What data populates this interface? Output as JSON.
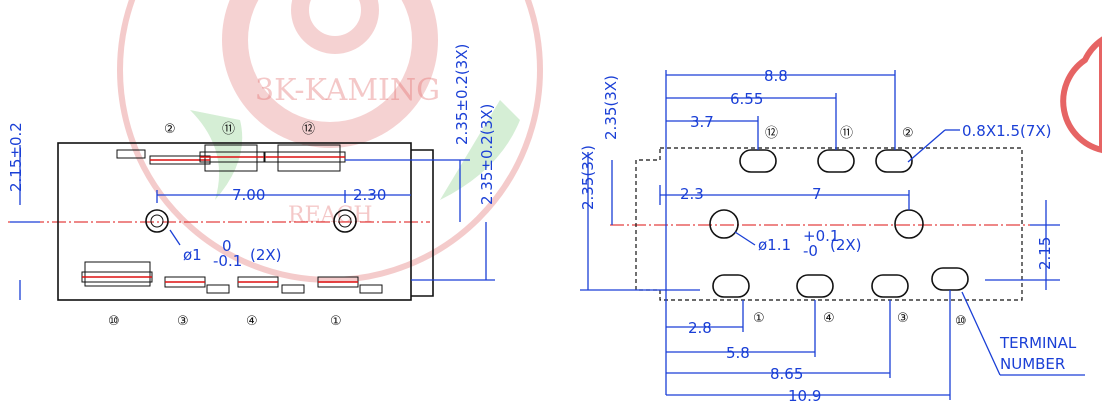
{
  "watermark": {
    "brand": "3K-KAMING",
    "reach": "REACH"
  },
  "left_view": {
    "dimensions": {
      "height_215": "2.15±0.2",
      "spacing_700": "7.00",
      "offset_230": "2.30",
      "height_235_a": "2.35±0.2(3X)",
      "height_235_b": "2.35±0.2(3X)",
      "hole_dia": "ø1",
      "hole_tol_upper": "0",
      "hole_tol_lower": "-0.1",
      "hole_count": "(2X)"
    },
    "terminals_top": [
      "②",
      "⑪",
      "⑫"
    ],
    "terminals_bottom": [
      "⑩",
      "③",
      "④",
      "①"
    ]
  },
  "right_view": {
    "dimensions": {
      "d_88": "8.8",
      "d_655": "6.55",
      "d_37": "3.7",
      "slot": "0.8X1.5(7X)",
      "v_235_a": "2.35(3X)",
      "v_235_b": "2.35(3X)",
      "d_23": "2.3",
      "d_7": "7",
      "hole_dia": "ø1.1",
      "hole_tol_upper": "+0.1",
      "hole_tol_lower": "-0",
      "hole_count": "(2X)",
      "v_215": "2.15",
      "d_28": "2.8",
      "d_58": "5.8",
      "d_865": "8.65",
      "d_109": "10.9"
    },
    "terminals_top": [
      "⑫",
      "⑪",
      "②"
    ],
    "terminals_bottom": [
      "①",
      "④",
      "③",
      "⑩"
    ],
    "terminal_note_line1": "TERMINAL",
    "terminal_note_line2": "NUMBER"
  },
  "colors": {
    "dimension": "#1a3fd6",
    "outline": "#111111",
    "centerline": "#dd1111",
    "watermark": "#e06060"
  }
}
